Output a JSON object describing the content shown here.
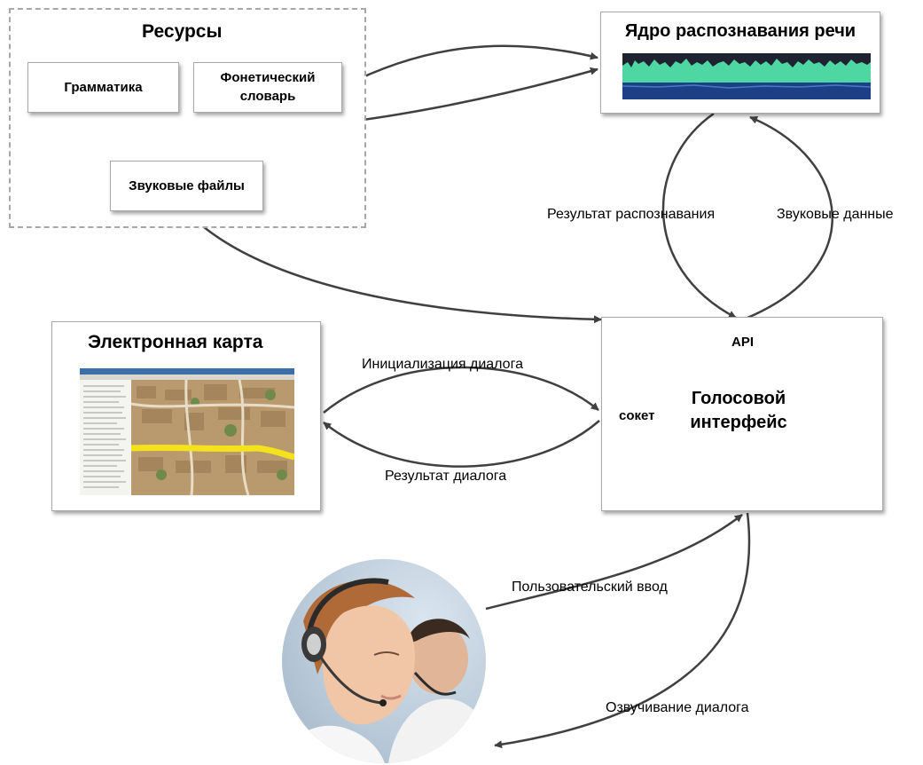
{
  "resources": {
    "title": "Ресурсы",
    "grammar": "Грамматика",
    "phonetic_line1": "Фонетический",
    "phonetic_line2": "словарь",
    "sound_files": "Звуковые файлы"
  },
  "core": {
    "title": "Ядро распознавания речи"
  },
  "map": {
    "title": "Электронная карта"
  },
  "voice": {
    "api": "API",
    "socket": "сокет",
    "title_line1": "Голосовой",
    "title_line2": "интерфейс"
  },
  "labels": {
    "recognition_result": "Результат распознавания",
    "sound_data": "Звуковые данные",
    "dialog_init": "Инициализация диалога",
    "dialog_result": "Результат диалога",
    "user_input": "Пользовательский ввод",
    "dialog_voicing": "Озвучивание диалога"
  }
}
